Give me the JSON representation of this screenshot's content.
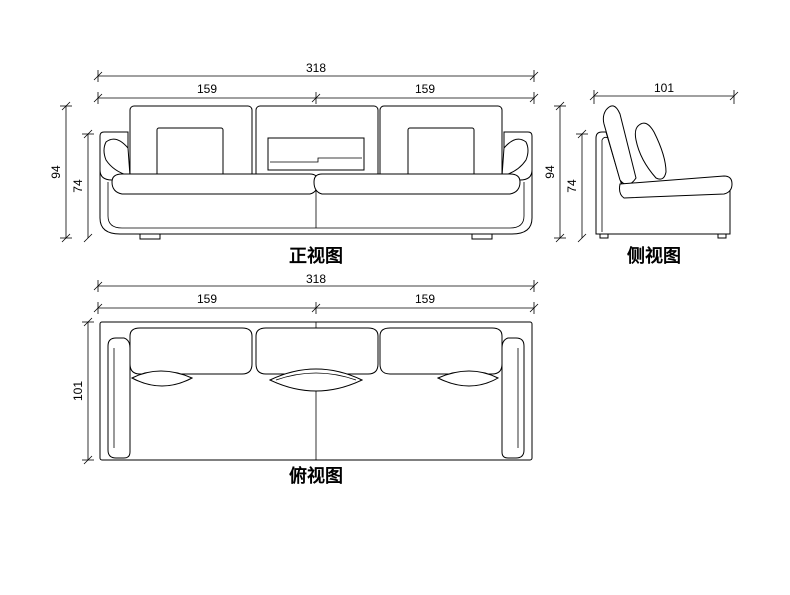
{
  "front_view": {
    "title": "正视图",
    "dim_total_width": "318",
    "dim_left_half": "159",
    "dim_right_half": "159",
    "dim_total_height": "94",
    "dim_seat_height": "74"
  },
  "side_view": {
    "title": "侧视图",
    "dim_depth": "101",
    "dim_total_height": "94",
    "dim_seat_height": "74"
  },
  "top_view": {
    "title": "俯视图",
    "dim_total_width": "318",
    "dim_left_half": "159",
    "dim_right_half": "159",
    "dim_depth": "101"
  }
}
